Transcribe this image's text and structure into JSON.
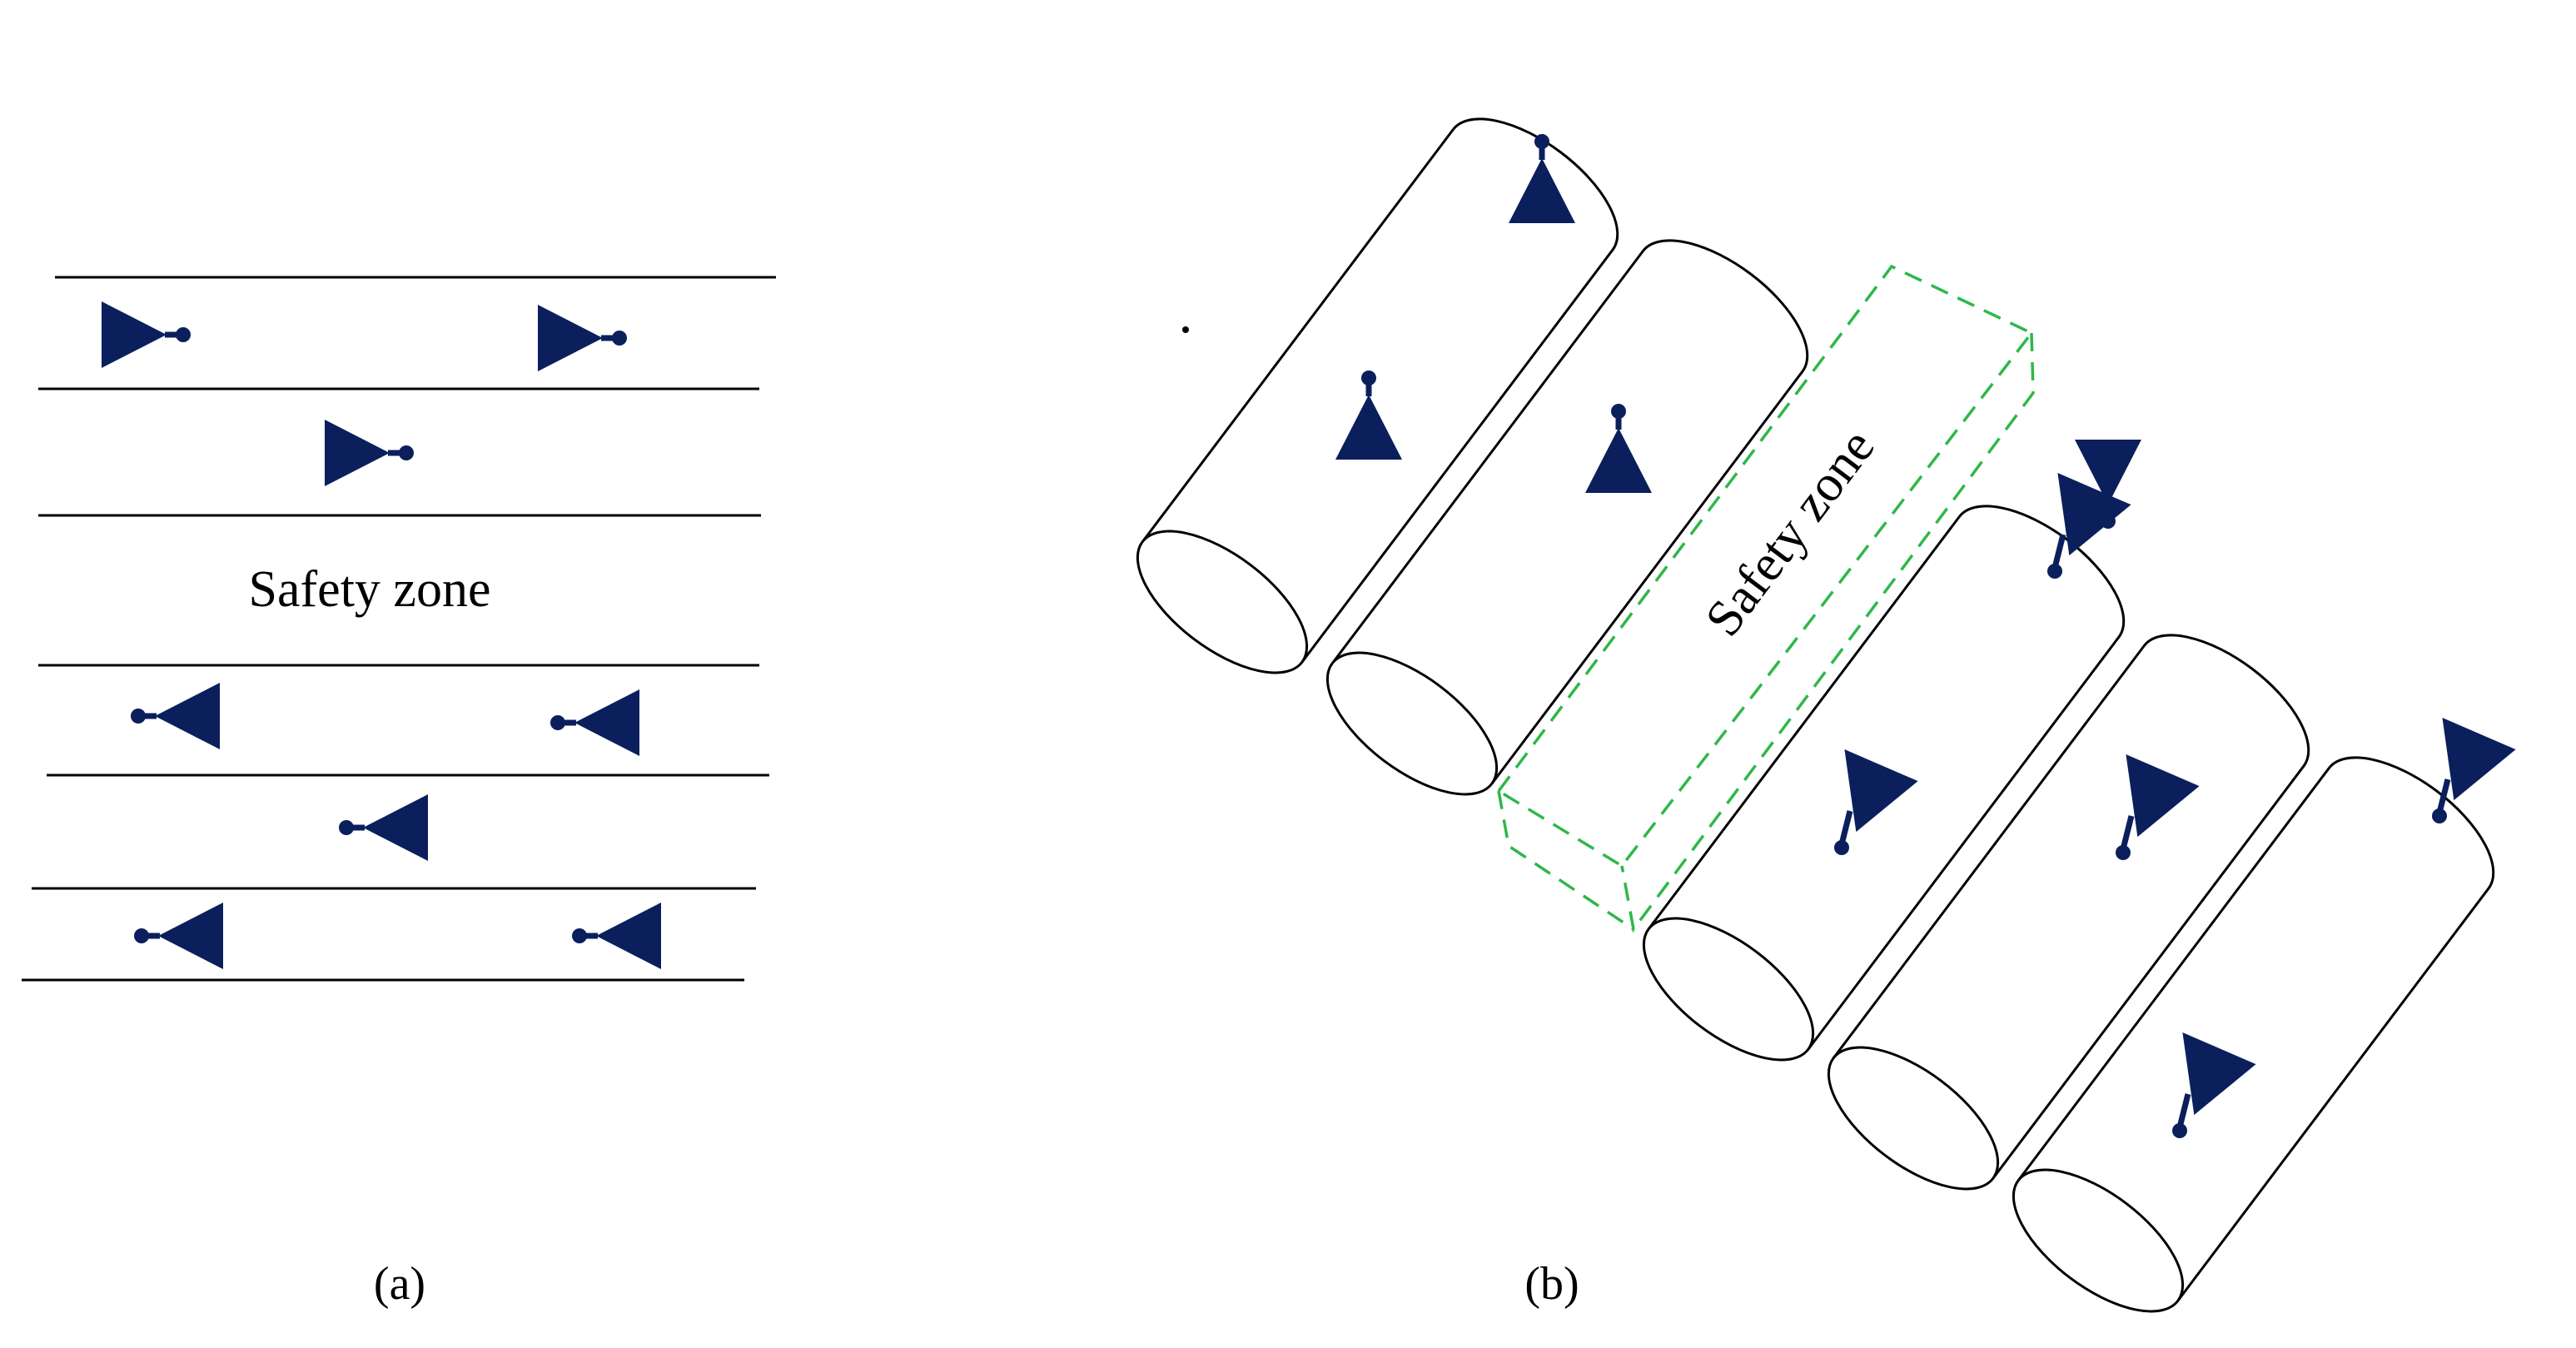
{
  "panel_a": {
    "caption": "(a)",
    "zone_label": "Safety zone"
  },
  "panel_b": {
    "caption": "(b)",
    "zone_label": "Safety zone"
  },
  "colors": {
    "background": "#ffffff",
    "line": "#000000",
    "marker": "#0b1f5c",
    "safety_outline": "#2eb84a"
  },
  "icons": {
    "marker": "speaker-cone-icon"
  }
}
